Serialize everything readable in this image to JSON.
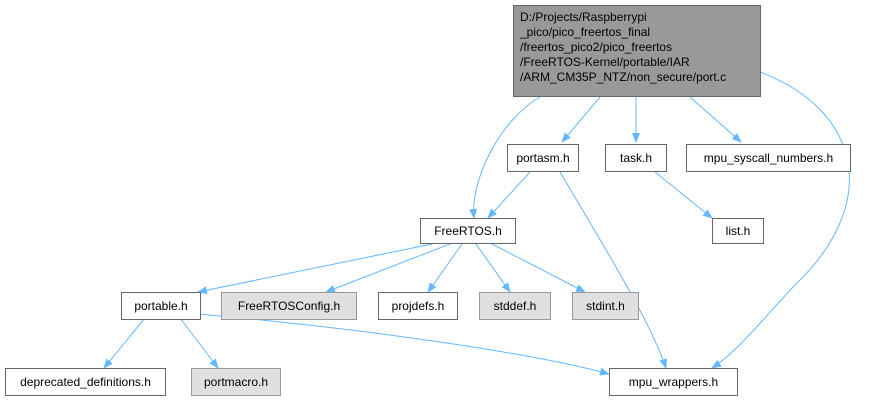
{
  "graph": {
    "root_lines": [
      "D:/Projects/Raspberrypi",
      "_pico/pico_freertos_final",
      "/freertos_pico2/pico_freertos",
      "/FreeRTOS-Kernel/portable/IAR",
      "/ARM_CM35P_NTZ/non_secure/port.c"
    ],
    "nodes": {
      "portasm": "portasm.h",
      "task": "task.h",
      "mpu_syscall": "mpu_syscall_numbers.h",
      "freertos": "FreeRTOS.h",
      "list": "list.h",
      "portable": "portable.h",
      "freertosconfig": "FreeRTOSConfig.h",
      "projdefs": "projdefs.h",
      "stddef": "stddef.h",
      "stdint": "stdint.h",
      "deprecated": "deprecated_definitions.h",
      "portmacro": "portmacro.h",
      "mpu_wrappers": "mpu_wrappers.h"
    },
    "colors": {
      "edge": "#63b8ff",
      "root_fill": "#999999",
      "external_fill": "#e0e0e0",
      "node_border": "#666666"
    }
  }
}
